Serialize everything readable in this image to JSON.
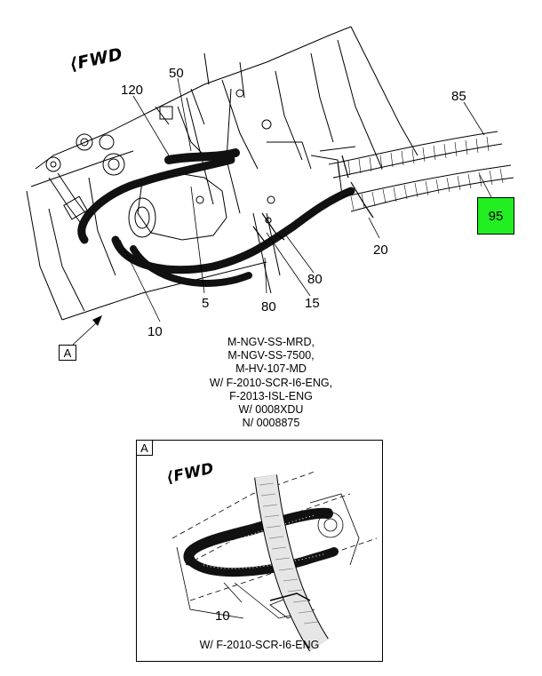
{
  "main_view": {
    "fwd_label": "FWD",
    "callouts": {
      "c120": "120",
      "c50": "50",
      "c85": "85",
      "c95": "95",
      "c20": "20",
      "c80a": "80",
      "c80b": "80",
      "c15": "15",
      "c5": "5",
      "c10": "10"
    },
    "view_ref": "A",
    "applicability": [
      "M-NGV-SS-MRD,",
      "M-NGV-SS-7500,",
      "M-HV-107-MD",
      "W/ F-2010-SCR-I6-ENG,",
      "F-2013-ISL-ENG",
      "W/ 0008XDU",
      "N/ 0008875"
    ]
  },
  "detail_view": {
    "tag": "A",
    "fwd_label": "FWD",
    "callout": "10",
    "caption": "W/ F-2010-SCR-I6-ENG"
  },
  "colors": {
    "highlight": "#22ee22",
    "line": "#000000"
  }
}
